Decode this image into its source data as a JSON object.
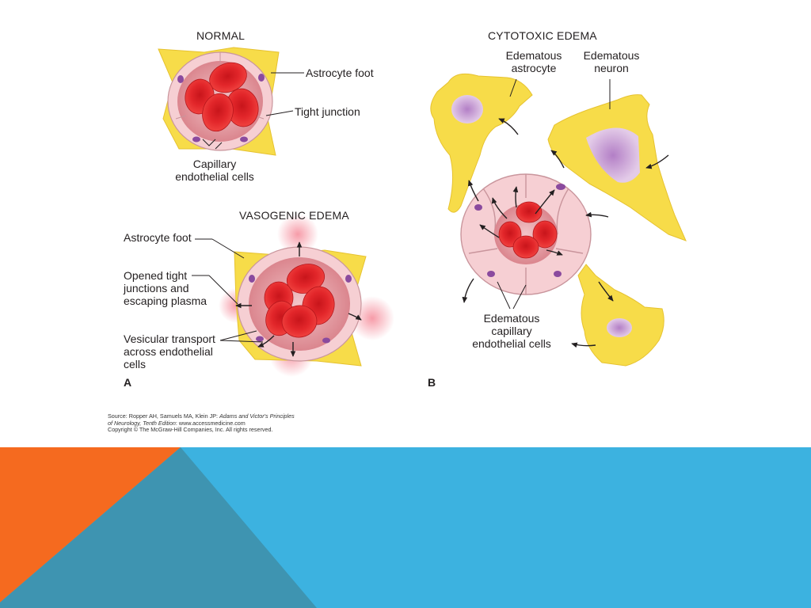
{
  "colors": {
    "blue": "#3cb2e0",
    "orange": "#f56a1f",
    "teal": "#3e94b1",
    "astrocyte": "#f7dc49",
    "endothelium": "#f6cfd3",
    "rbc": "#e52124"
  },
  "figure": {
    "normal": {
      "title": "NORMAL",
      "astrocyte_foot": "Astrocyte foot",
      "tight_junction": "Tight junction",
      "capillary": [
        "Capillary",
        "endothelial cells"
      ]
    },
    "vasogenic": {
      "title": "VASOGENIC EDEMA",
      "astrocyte_foot": "Astrocyte foot",
      "opened": [
        "Opened tight",
        "junctions and",
        "escaping plasma"
      ],
      "vesicular": [
        "Vesicular transport",
        "across endothelial",
        "cells"
      ],
      "panel": "A"
    },
    "cytotoxic": {
      "title": "CYTOTOXIC EDEMA",
      "astrocyte": [
        "Edematous",
        "astrocyte"
      ],
      "neuron": [
        "Edematous",
        "neuron"
      ],
      "capillary": [
        "Edematous",
        "capillary",
        "endothelial cells"
      ],
      "panel": "B"
    }
  },
  "source": {
    "line1_prefix": "Source: Ropper AH, Samuels MA, Klein JP: ",
    "line1_italic": "Adams and Victor's Principles",
    "line2_italic": "of Neurology, Tenth Edition",
    "line2_suffix": ": www.accessmedicine.com",
    "line3": "Copyright © The McGraw-Hill Companies, Inc. All rights reserved."
  }
}
